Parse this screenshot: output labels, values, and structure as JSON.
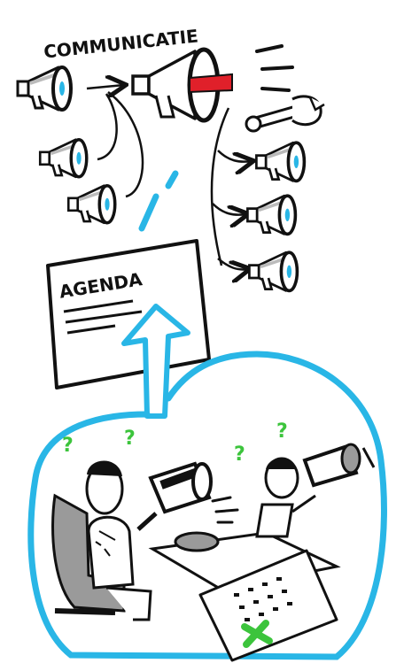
{
  "title": "COMMUNICATIE",
  "agenda_label": "AGENDA",
  "question_mark": "?",
  "colors": {
    "ink": "#111111",
    "accent_blue": "#29b6e6",
    "accent_red": "#e0202a",
    "accent_green": "#3cc43c",
    "shade_gray": "#9a9a9a"
  },
  "icons": [
    "megaphone-icon",
    "wrench-icon",
    "binoculars-icon",
    "agenda-document",
    "calendar-sheet",
    "question-mark"
  ]
}
